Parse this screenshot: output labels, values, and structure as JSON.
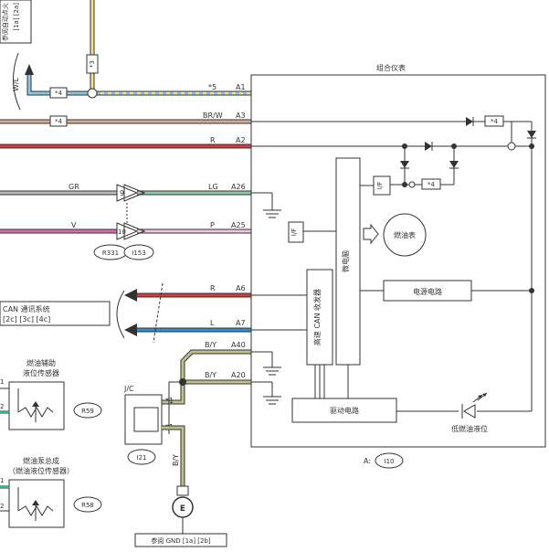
{
  "page": {
    "top_ref_left": "参阅自动点火",
    "top_ref_left_code": "[1a] [2a]",
    "cluster_title": "组合仪表",
    "star3": "*3",
    "star4": "*4",
    "star5": "*5",
    "star1": "*1",
    "wl": "W/L",
    "wires": [
      {
        "color_code": "",
        "pin": "A1"
      },
      {
        "color_code": "BR/W",
        "pin": "A3"
      },
      {
        "color_code": "R",
        "pin": "A2"
      },
      {
        "color_code": "LG",
        "pin": "A26"
      },
      {
        "color_code": "P",
        "pin": "A25"
      },
      {
        "color_code": "R",
        "pin": "A6"
      },
      {
        "color_code": "L",
        "pin": "A7"
      },
      {
        "color_code": "B/Y",
        "pin": "A40"
      },
      {
        "color_code": "B/Y",
        "pin": "A20"
      }
    ],
    "gr": "GR",
    "v": "V",
    "conn9": "9",
    "conn10": "10",
    "r331": "R331",
    "i153": "I153",
    "can_system": "CAN 通讯系统",
    "can_codes": "[2c] [3c] [4c]",
    "microcomputer": "微电脑",
    "can_transceiver": "高速 CAN 收发器",
    "fuel_gauge": "燃油表",
    "power_circuit": "电源电路",
    "drive_circuit": "驱动电路",
    "low_fuel": "低燃油液位",
    "if_label": "I/F",
    "connector_label": "A:",
    "i10": "I10",
    "jc": "J/C",
    "i21": "I21",
    "by": "B/Y",
    "ground_ref": "参阅 GND [1a] [2b]",
    "sub_sender_title1": "燃油辅助",
    "sub_sender_title2": "液位传感器",
    "r59": "R59",
    "pump_title1": "燃油泵总成",
    "pump_title2": "（燃油液位传感器）",
    "r58": "R58",
    "pin1": "1",
    "pin2": "2",
    "ground_letter": "E"
  },
  "colors": {
    "wire_yellow": "#f2e08c",
    "wire_light_blue": "#8cc5e6",
    "wire_blue": "#2f8fd0",
    "wire_brown": "#d6ad92",
    "wire_red": "#d63a3a",
    "wire_grey": "#b8b8b8",
    "wire_green": "#8cc9a4",
    "wire_pink": "#d96db3",
    "wire_by": "#7a7a40",
    "wire_teal": "#2bb38a",
    "line": "#333333"
  }
}
